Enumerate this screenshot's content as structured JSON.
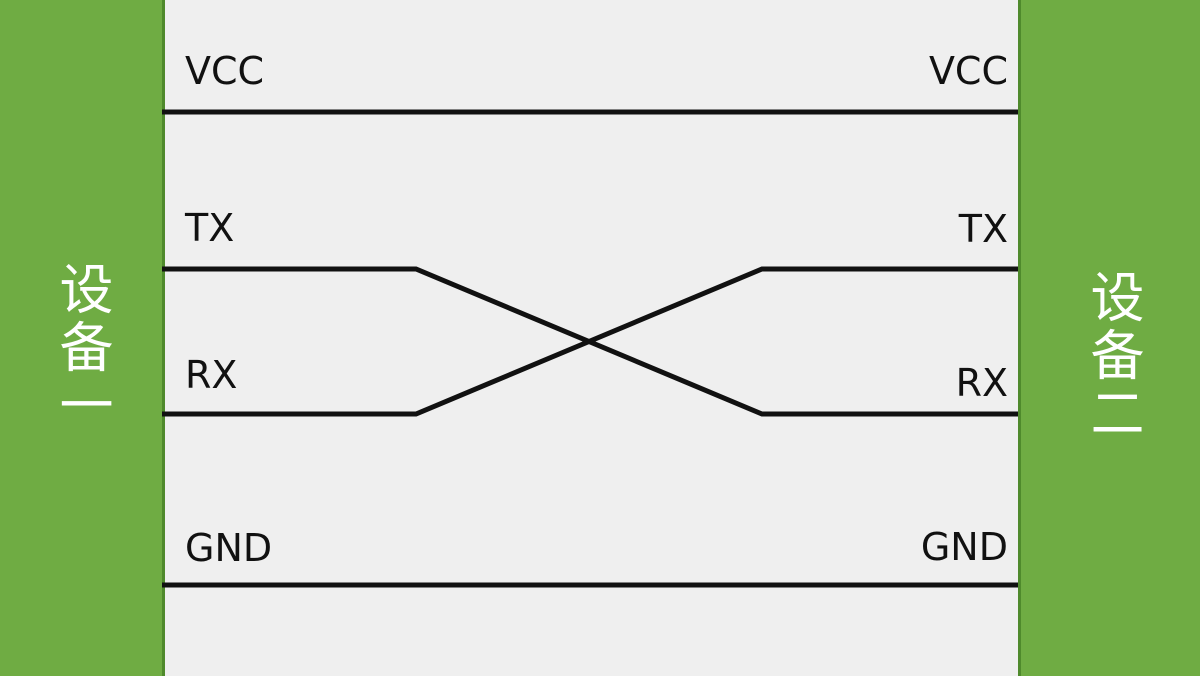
{
  "devices": {
    "left": {
      "name": "设备一",
      "color": "#6fac43"
    },
    "right": {
      "name": "设备二",
      "color": "#6fac43"
    }
  },
  "signals": {
    "left": {
      "vcc": "VCC",
      "tx": "TX",
      "rx": "RX",
      "gnd": "GND"
    },
    "right": {
      "vcc": "VCC",
      "tx": "TX",
      "rx": "RX",
      "gnd": "GND"
    }
  },
  "colors": {
    "wire": "#111111",
    "background": "#efefef"
  }
}
